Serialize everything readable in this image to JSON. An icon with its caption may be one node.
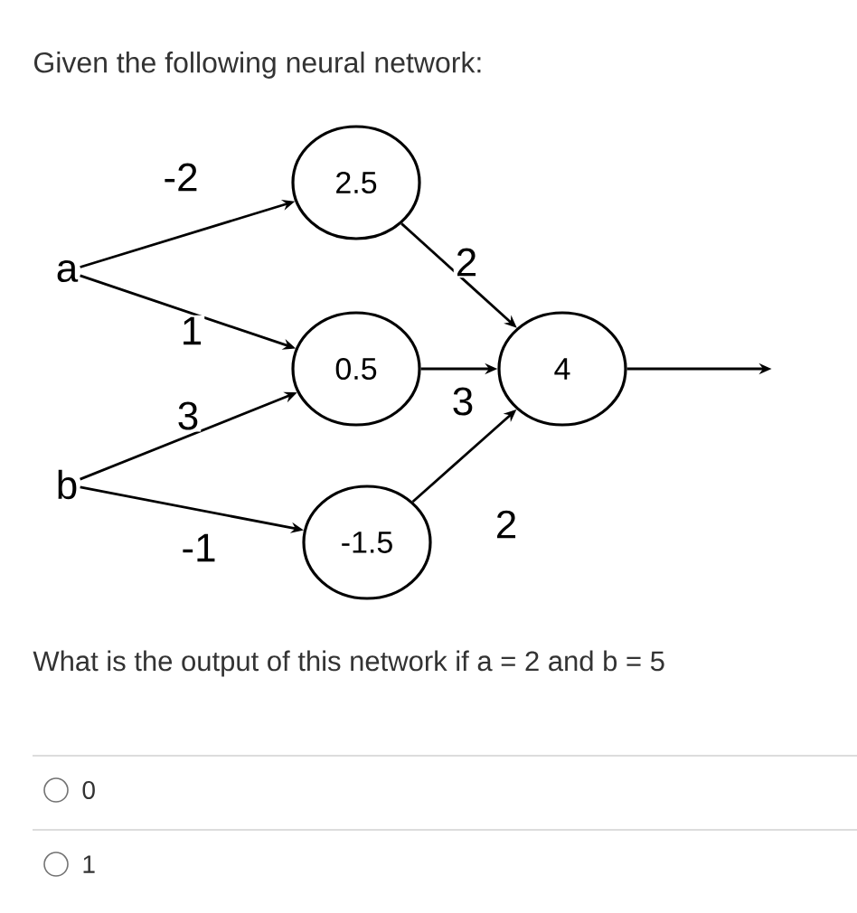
{
  "diagram": {
    "title": "Given the following neural network:",
    "nodes": [
      {
        "text": [
          "a"
        ]
      },
      {
        "text": [
          "b"
        ]
      },
      {
        "text": [
          "2.5"
        ]
      },
      {
        "text": [
          "0.5"
        ]
      },
      {
        "text": [
          "-1.5"
        ]
      },
      {
        "text": [
          "4"
        ]
      }
    ],
    "edges": [
      {
        "from": 0,
        "to": 2,
        "arrow": "to",
        "label": "-2"
      },
      {
        "from": 0,
        "to": 3,
        "arrow": "to",
        "label": "1"
      },
      {
        "from": 1,
        "to": 3,
        "arrow": "to",
        "label": "3"
      },
      {
        "from": 1,
        "to": 4,
        "arrow": "to",
        "label": "-1"
      },
      {
        "from": 2,
        "to": 5,
        "arrow": "to",
        "label": "2"
      },
      {
        "from": 3,
        "to": 5,
        "arrow": "to",
        "label": "3"
      },
      {
        "from": 4,
        "to": 5,
        "arrow": "to",
        "label": "2"
      },
      {
        "from": 5,
        "to": null,
        "arrow": "to"
      }
    ],
    "labels": [
      "What is the output of this network if a = 2 and b = 5",
      "0",
      "1"
    ]
  }
}
